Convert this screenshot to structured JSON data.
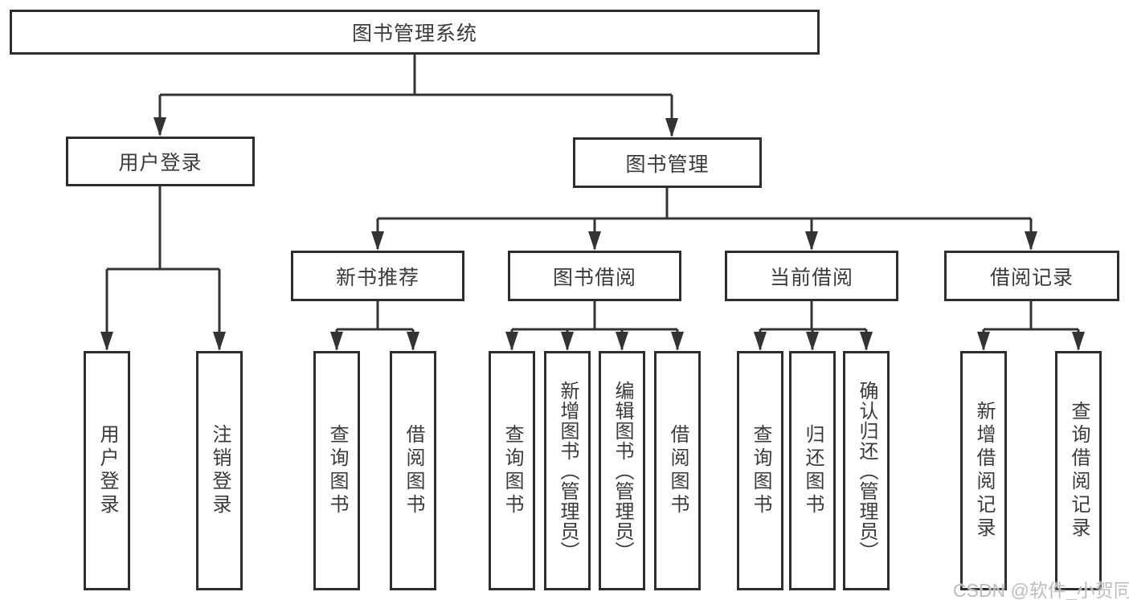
{
  "tree": {
    "root": {
      "label": "图书管理系统"
    },
    "branches": [
      {
        "label": "用户登录",
        "children": [
          {
            "label": "用户登录"
          },
          {
            "label": "注销登录"
          }
        ]
      },
      {
        "label": "图书管理",
        "children": [
          {
            "label": "新书推荐",
            "children": [
              {
                "label": "查询图书"
              },
              {
                "label": "借阅图书"
              }
            ]
          },
          {
            "label": "图书借阅",
            "children": [
              {
                "label": "查询图书"
              },
              {
                "label": "新增图书（管理员）"
              },
              {
                "label": "编辑图书（管理员）"
              },
              {
                "label": "借阅图书"
              }
            ]
          },
          {
            "label": "当前借阅",
            "children": [
              {
                "label": "查询图书"
              },
              {
                "label": "归还图书"
              },
              {
                "label": "确认归还（管理员）"
              }
            ]
          },
          {
            "label": "借阅记录",
            "children": [
              {
                "label": "新增借阅记录"
              },
              {
                "label": "查询借阅记录"
              }
            ]
          }
        ]
      }
    ]
  },
  "watermark": {
    "text": "CSDN @软件_小贺同学"
  },
  "colors": {
    "line": "#333333",
    "border": "#2e2e2e",
    "text": "#3b3b3b",
    "watermark": "#bdbdbd",
    "background": "#ffffff"
  }
}
